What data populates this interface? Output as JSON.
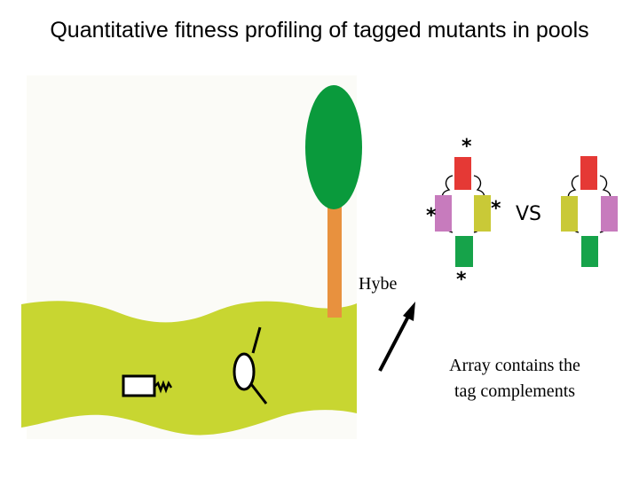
{
  "title": "Quantitative fitness profiling of tagged mutants in pools",
  "labels": {
    "hybe": "Hybe",
    "array_line1": "Array contains the",
    "array_line2": "tag complements"
  },
  "comparison": {
    "vs": "VS",
    "star": "*"
  },
  "colors": {
    "ground": "#c8d631",
    "tree_crown": "#0a9a3c",
    "tree_trunk": "#e8913e",
    "tag_red": "#e53935",
    "tag_green": "#16a34a",
    "tag_pink": "#c77bbd",
    "tag_yellow": "#c9c937"
  }
}
